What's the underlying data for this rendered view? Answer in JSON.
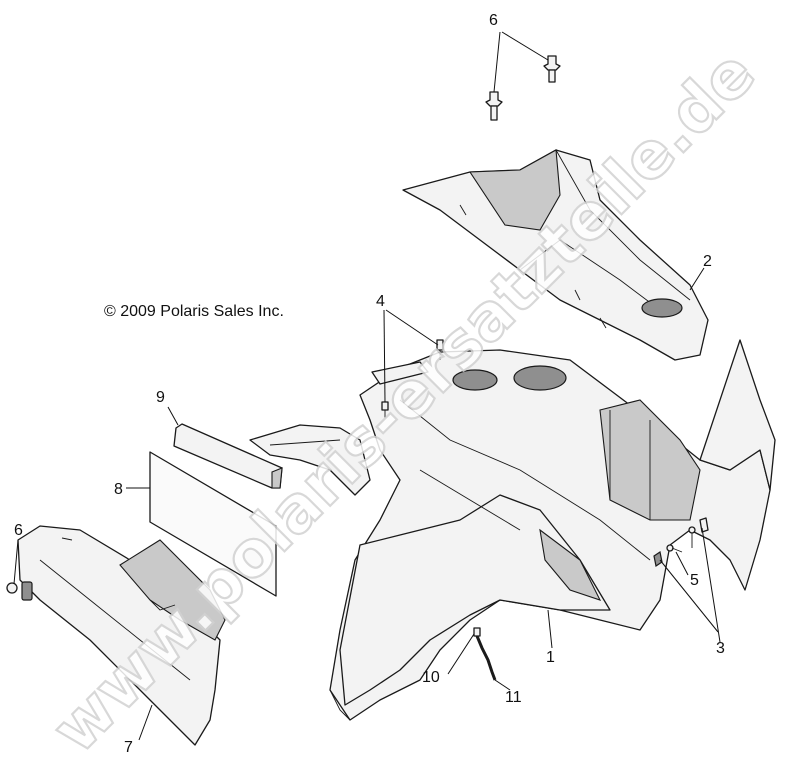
{
  "copyright": "© 2009 Polaris Sales Inc.",
  "watermark": "www.polaris-ersatzteile.de",
  "callouts": {
    "c1": "1",
    "c2": "2",
    "c3": "3",
    "c4": "4",
    "c5": "5",
    "c6_top": "6",
    "c6_left": "6",
    "c7": "7",
    "c8": "8",
    "c9": "9",
    "c10": "10",
    "c11": "11"
  }
}
